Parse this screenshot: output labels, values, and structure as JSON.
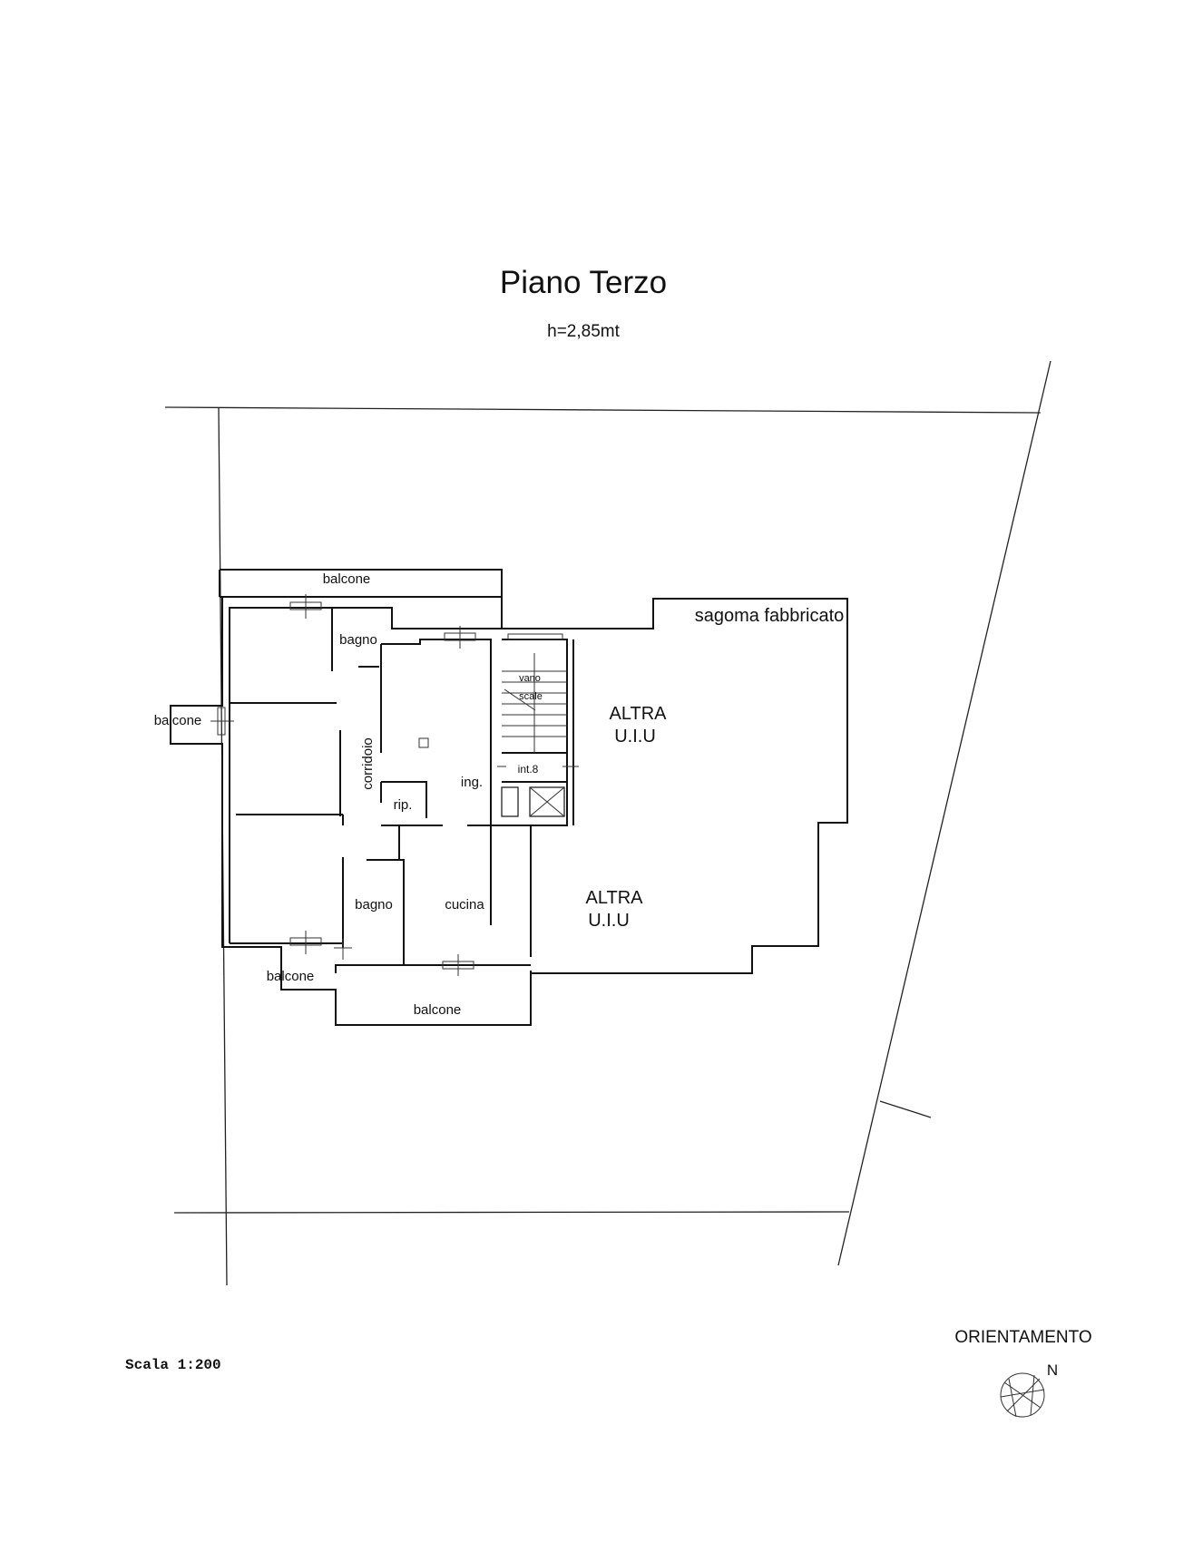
{
  "header": {
    "title": "Piano Terzo",
    "subtitle": "h=2,85mt"
  },
  "rooms": {
    "balcone_top": "balcone",
    "bagno_top": "bagno",
    "balcone_left": "balcone",
    "corridoio": "corridoio",
    "rip": "rip.",
    "ing": "ing.",
    "bagno_bottom": "bagno",
    "cucina": "cucina",
    "balcone_bottom_left": "balcone",
    "balcone_bottom": "balcone",
    "vano_scale_1": "vano",
    "vano_scale_2": "scale",
    "int": "int.8"
  },
  "outline": {
    "label": "sagoma fabbricato"
  },
  "other_units": {
    "upper": {
      "line1": "ALTRA",
      "line2": "U.I.U"
    },
    "lower": {
      "line1": "ALTRA",
      "line2": "U.I.U"
    }
  },
  "footer": {
    "scale": "Scala 1:200",
    "orientation_label": "ORIENTAMENTO",
    "north": "N"
  }
}
